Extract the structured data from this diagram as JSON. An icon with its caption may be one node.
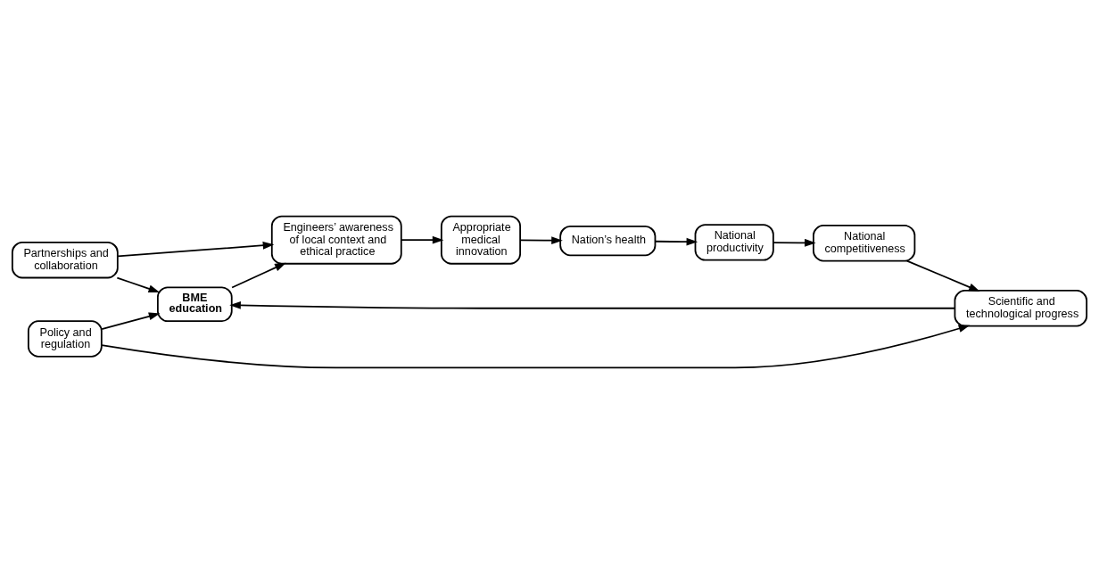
{
  "diagram": {
    "nodes": [
      {
        "text": [
          "Partnerships and collaboration"
        ]
      },
      {
        "text": [
          "Policy and regulation"
        ]
      },
      {
        "text": [
          "BME education"
        ]
      },
      {
        "text": [
          "Engineers’ awareness of local context and ethical practice"
        ]
      },
      {
        "text": [
          "Appropriate medical innovation"
        ]
      },
      {
        "text": [
          "Scientific and technological progress"
        ]
      },
      {
        "text": [
          "Nation’s health"
        ]
      },
      {
        "text": [
          "National competitiveness"
        ]
      },
      {
        "text": [
          "National productivity"
        ]
      }
    ],
    "edges": [
      {
        "from": 0,
        "to": 2,
        "arrow": "to"
      },
      {
        "from": 0,
        "to": 3,
        "arrow": "to"
      },
      {
        "from": 1,
        "to": 2,
        "arrow": "to"
      },
      {
        "from": 1,
        "to": 5,
        "arrow": "to"
      },
      {
        "from": 2,
        "to": 3,
        "arrow": "to"
      },
      {
        "from": 3,
        "to": 4,
        "arrow": "to"
      },
      {
        "from": 5,
        "to": 2,
        "arrow": "to"
      },
      {
        "from": 4,
        "to": 6,
        "arrow": "to"
      },
      {
        "from": 6,
        "to": 8,
        "arrow": "to"
      },
      {
        "from": 8,
        "to": 7,
        "arrow": "to"
      },
      {
        "from": 7,
        "to": 5,
        "arrow": "to"
      }
    ]
  }
}
